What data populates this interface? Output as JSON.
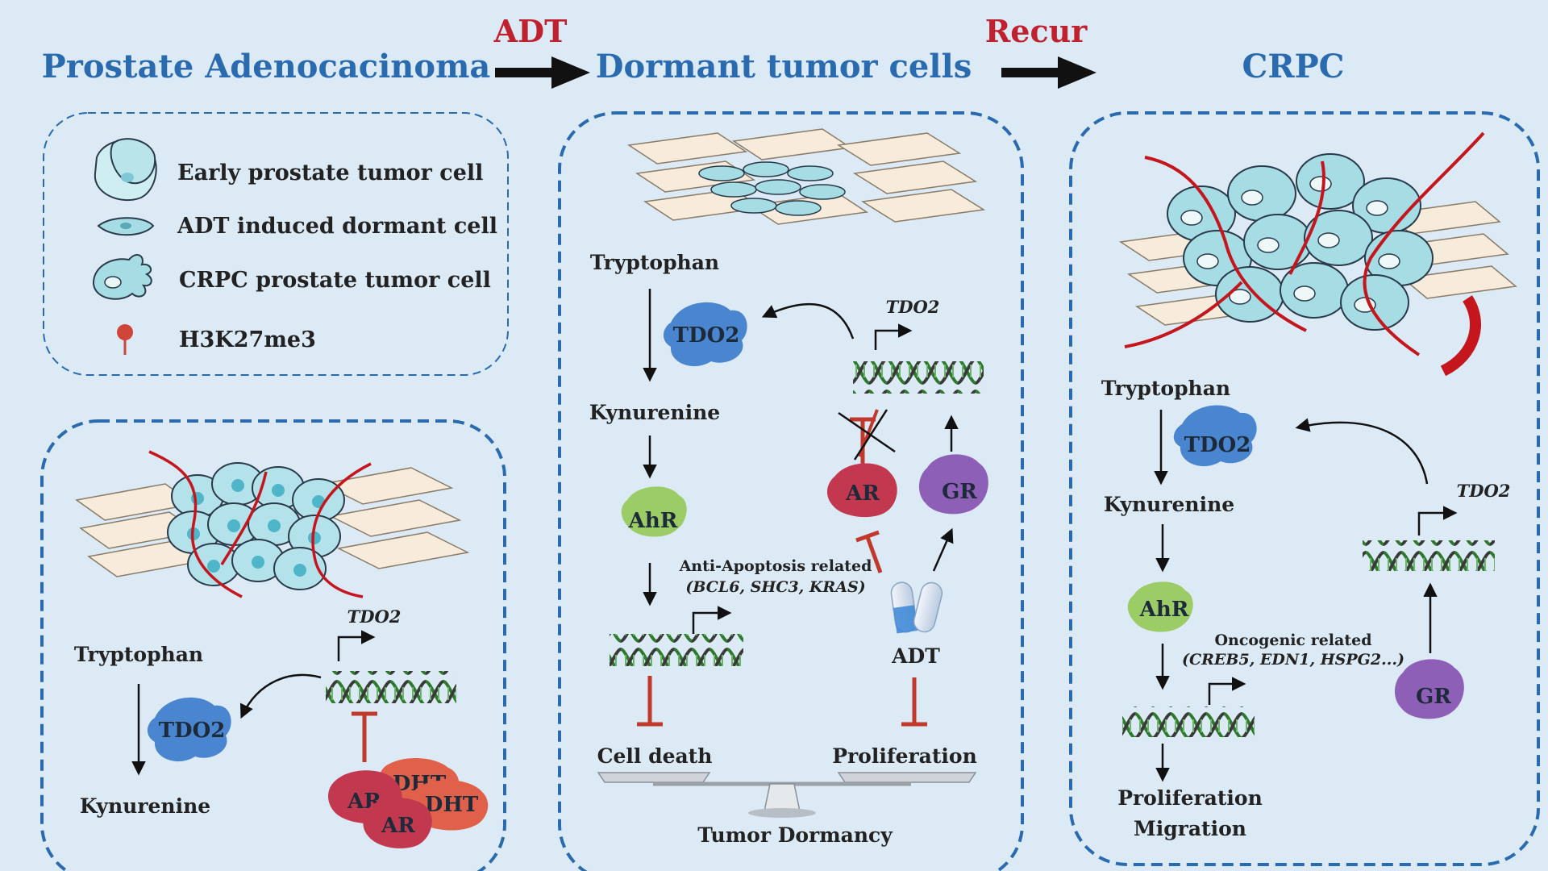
{
  "headers": {
    "left": "Prostate Adenocacinoma",
    "middle": "Dormant tumor cells",
    "right": "CRPC",
    "step1": "ADT",
    "step2": "Recur"
  },
  "legend": {
    "items": [
      {
        "label": "Early prostate tumor cell",
        "icon": "early-tumor-cell-icon"
      },
      {
        "label": "ADT induced dormant cell",
        "icon": "dormant-cell-icon"
      },
      {
        "label": "CRPC prostate tumor cell",
        "icon": "crpc-cell-icon"
      },
      {
        "label": "H3K27me3",
        "icon": "h3k27me3-icon"
      }
    ]
  },
  "panel_left": {
    "tryptophan": "Tryptophan",
    "kynurenine": "Kynurenine",
    "tdo2_protein": "TDO2",
    "tdo2_gene": "TDO2",
    "ar1": "AR",
    "ar2": "AR",
    "dht1": "DHT",
    "dht2": "DHT"
  },
  "panel_middle": {
    "tryptophan": "Tryptophan",
    "kynurenine": "Kynurenine",
    "tdo2_protein": "TDO2",
    "tdo2_gene": "TDO2",
    "ahr": "AhR",
    "ar": "AR",
    "gr": "GR",
    "anti_apoptosis": "Anti-Apoptosis related",
    "anti_apoptosis_genes": "(BCL6, SHC3, KRAS)",
    "adt": "ADT",
    "cell_death": "Cell death",
    "proliferation": "Proliferation",
    "tumor_dormancy": "Tumor Dormancy"
  },
  "panel_right": {
    "tryptophan": "Tryptophan",
    "kynurenine": "Kynurenine",
    "tdo2_protein": "TDO2",
    "tdo2_gene": "TDO2",
    "ahr": "AhR",
    "gr": "GR",
    "oncogenic": "Oncogenic related",
    "oncogenic_genes": "(CREB5, EDN1, HSPG2...)",
    "proliferation": "Proliferation",
    "migration": "Migration"
  },
  "colors": {
    "background": "#dceaf6",
    "header_blue": "#2a6bb0",
    "step_red": "#c0212f",
    "tdo2_blue": "#4a86d0",
    "ahr_green": "#9ccc65",
    "ar_red": "#c2384f",
    "gr_purple": "#8e5fb6",
    "dht_orange": "#e0604a",
    "vessel_red": "#c4161c",
    "tumor_cyan": "#a6dde4",
    "dna_green": "#3f8a3a",
    "inhibit_red": "#c0392b"
  }
}
